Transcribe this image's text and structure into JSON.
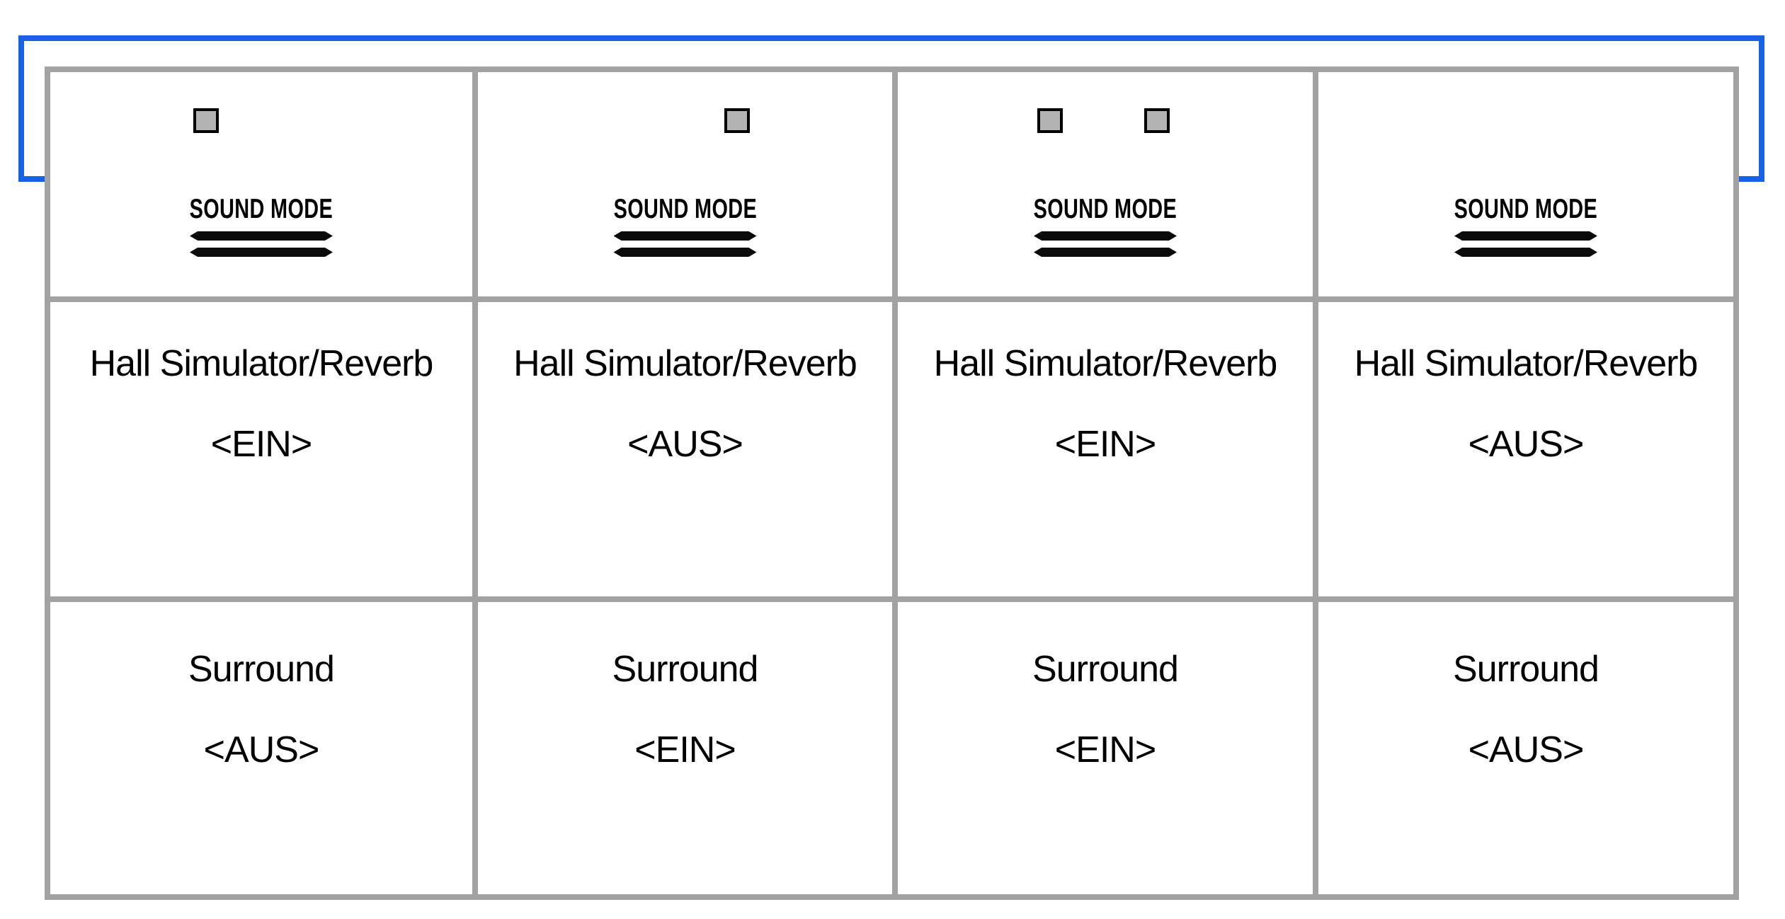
{
  "diagram_type": "sound-mode-button-press-cycle",
  "button": {
    "label": "SOUND MODE"
  },
  "panels": [
    {
      "leds": {
        "left": true,
        "right": false
      },
      "settings": [
        {
          "label": "Hall Simulator/Reverb",
          "value": "<EIN>"
        },
        {
          "label": "Surround",
          "value": "<AUS>"
        }
      ]
    },
    {
      "leds": {
        "left": false,
        "right": true
      },
      "settings": [
        {
          "label": "Hall Simulator/Reverb",
          "value": "<AUS>"
        },
        {
          "label": "Surround",
          "value": "<EIN>"
        }
      ]
    },
    {
      "leds": {
        "left": true,
        "right": true
      },
      "settings": [
        {
          "label": "Hall Simulator/Reverb",
          "value": "<EIN>"
        },
        {
          "label": "Surround",
          "value": "<EIN>"
        }
      ]
    },
    {
      "leds": {
        "left": false,
        "right": false
      },
      "settings": [
        {
          "label": "Hall Simulator/Reverb",
          "value": "<AUS>"
        },
        {
          "label": "Surround",
          "value": "<AUS>"
        }
      ]
    }
  ],
  "colors": {
    "flow_blue": "#1661e4",
    "grid_gray": "#a2a2a2",
    "led_fill": "#b3b3b3",
    "led_border": "#000000",
    "text": "#000000"
  },
  "icons": {
    "led_square": "led-indicator-square",
    "arrow": "right-arrow-icon"
  }
}
